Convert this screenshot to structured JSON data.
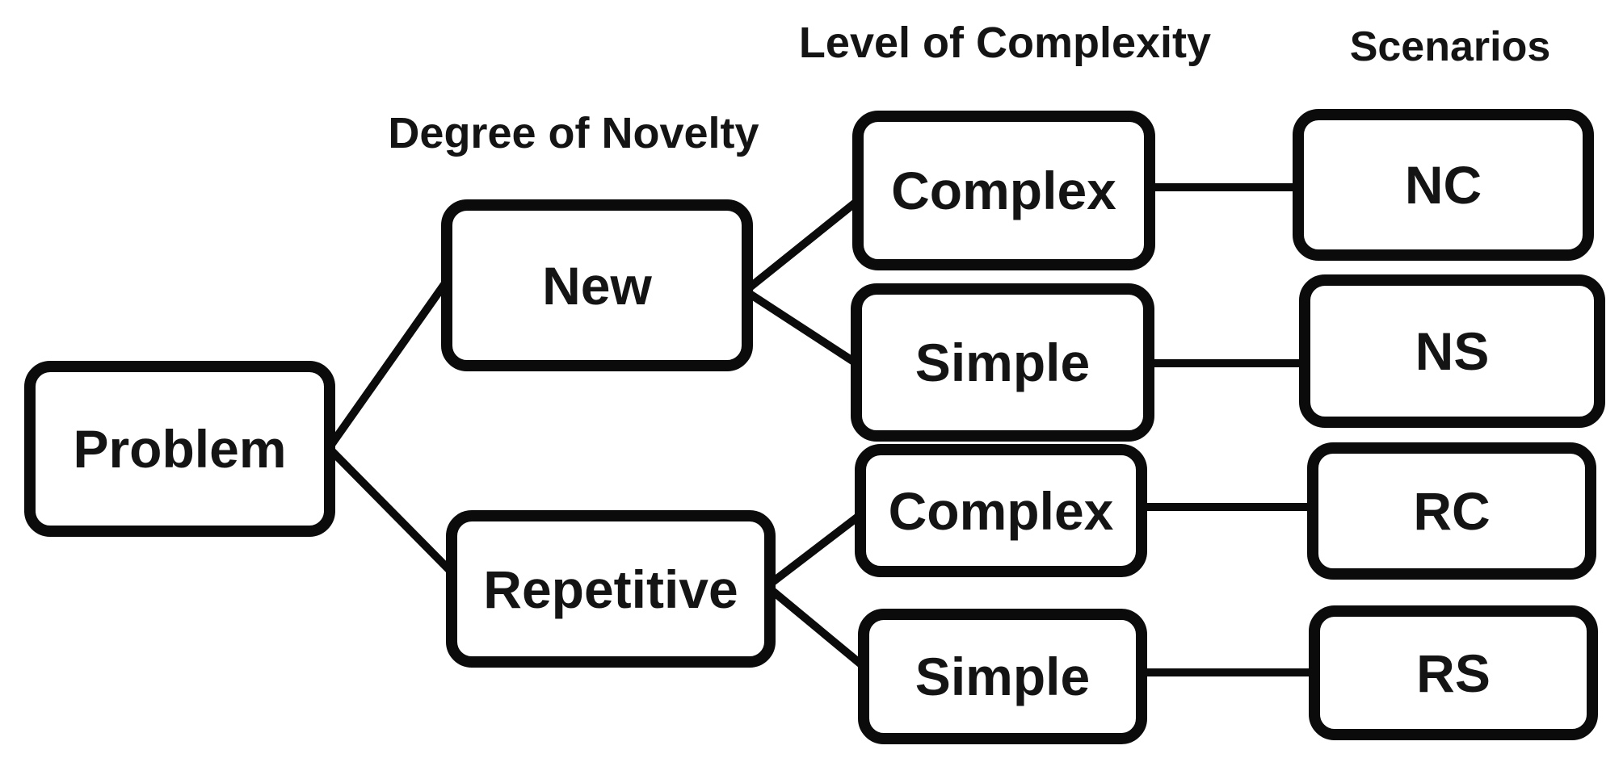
{
  "colors": {
    "line": "#0b0b0b",
    "box_border": "#0b0b0b",
    "box_fill": "#ffffff",
    "text": "#141414",
    "background": "#ffffff"
  },
  "headers": {
    "novelty": {
      "label": "Degree of Novelty"
    },
    "complexity": {
      "label": "Level of Complexity"
    },
    "scenarios": {
      "label": "Scenarios"
    }
  },
  "nodes": {
    "problem": {
      "label": "Problem"
    },
    "new": {
      "label": "New"
    },
    "repetitive": {
      "label": "Repetitive"
    },
    "new_complex": {
      "label": "Complex"
    },
    "new_simple": {
      "label": "Simple"
    },
    "rep_complex": {
      "label": "Complex"
    },
    "rep_simple": {
      "label": "Simple"
    },
    "nc": {
      "label": "NC"
    },
    "ns": {
      "label": "NS"
    },
    "rc": {
      "label": "RC"
    },
    "rs": {
      "label": "RS"
    }
  },
  "edges": [
    {
      "from": "problem",
      "to": "new"
    },
    {
      "from": "problem",
      "to": "repetitive"
    },
    {
      "from": "new",
      "to": "new_complex"
    },
    {
      "from": "new",
      "to": "new_simple"
    },
    {
      "from": "repetitive",
      "to": "rep_complex"
    },
    {
      "from": "repetitive",
      "to": "rep_simple"
    },
    {
      "from": "new_complex",
      "to": "nc"
    },
    {
      "from": "new_simple",
      "to": "ns"
    },
    {
      "from": "rep_complex",
      "to": "rc"
    },
    {
      "from": "rep_simple",
      "to": "rs"
    }
  ]
}
